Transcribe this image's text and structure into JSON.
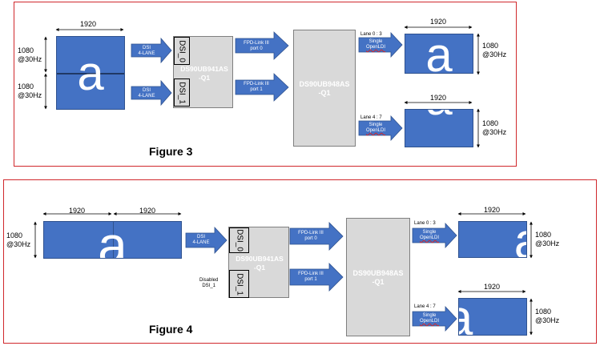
{
  "fig3": {
    "title": "Figure 3",
    "src_width": "1920",
    "src_h_top": "1080\n@30Hz",
    "src_h_bot": "1080\n@30Hz",
    "src_glyph": "a",
    "dsi_arrow_top": "DSI\n4-LANE",
    "dsi_arrow_bot": "DSI\n4-LANE",
    "dsi0": "DSI_0",
    "dsi1": "DSI_1",
    "ser": "DS90UB941AS\n-Q1",
    "fpd0": "FPD-Link III\nport 0",
    "fpd1": "FPD-Link III\nport 1",
    "des": "DS90UB948AS\n-Q1",
    "lane_top": "Lane 0 : 3",
    "lane_bot": "Lane 4 : 7",
    "single_top": "Single",
    "openldi_top": "OpenLDI",
    "single_bot": "Single",
    "openldi_bot": "OpenLDI",
    "out_w_top": "1920",
    "out_h_top": "1080\n@30Hz",
    "out_w_bot": "1920",
    "out_h_bot": "1080\n@30Hz",
    "out_glyph_top": "a",
    "out_glyph_bot": "a"
  },
  "fig4": {
    "title": "Figure 4",
    "src_w_left": "1920",
    "src_w_right": "1920",
    "src_h": "1080\n@30Hz",
    "src_glyph": "a",
    "dsi_arrow": "DSI\n4-LANE",
    "dsi0": "DSI_0",
    "dsi1": "DSI_1",
    "disabled": "Disabled\nDSI_1",
    "ser": "DS90UB941AS\n-Q1",
    "fpd0": "FPD-Link III\nport 0",
    "fpd1": "FPD-Link III\nport 1",
    "des": "DS90UB948AS\n-Q1",
    "lane_top": "Lane 0 : 3",
    "lane_bot": "Lane 4 : 7",
    "single_top": "Single",
    "openldi_top": "OpenLDI",
    "single_bot": "Single",
    "openldi_bot": "OpenLDI",
    "out_w_top": "1920",
    "out_h_top": "1080\n@30Hz",
    "out_w_bot": "1920",
    "out_h_bot": "1080\n@30Hz",
    "out_glyph_top": "a",
    "out_glyph_bot": "a"
  },
  "colors": {
    "frame": "#d0282c",
    "blue": "#4472c4",
    "grey": "#d9d9d9"
  }
}
